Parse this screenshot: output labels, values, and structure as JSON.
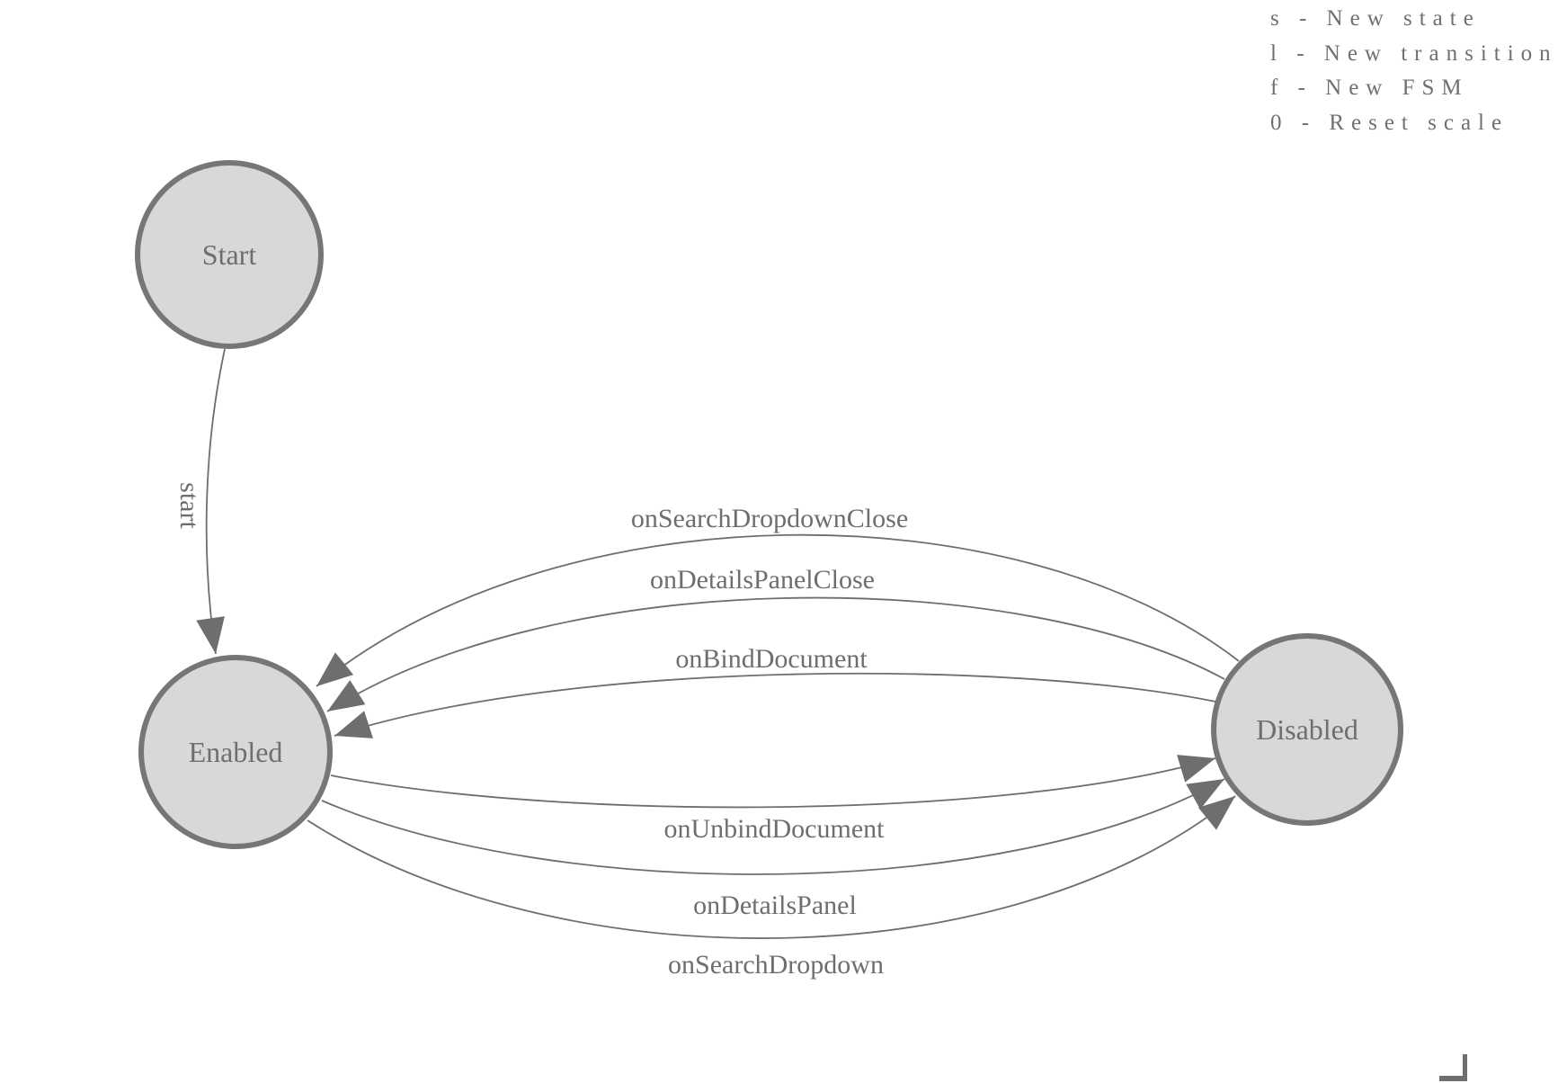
{
  "diagram": {
    "type": "finite-state-machine",
    "states": [
      {
        "label": "Start"
      },
      {
        "label": "Enabled"
      },
      {
        "label": "Disabled"
      }
    ],
    "transitions": [
      {
        "label": "start",
        "from": "Start",
        "to": "Enabled"
      },
      {
        "label": "onSearchDropdownClose",
        "from": "Disabled",
        "to": "Enabled"
      },
      {
        "label": "onDetailsPanelClose",
        "from": "Disabled",
        "to": "Enabled"
      },
      {
        "label": "onBindDocument",
        "from": "Disabled",
        "to": "Enabled"
      },
      {
        "label": "onUnbindDocument",
        "from": "Enabled",
        "to": "Disabled"
      },
      {
        "label": "onDetailsPanel",
        "from": "Enabled",
        "to": "Disabled"
      },
      {
        "label": "onSearchDropdown",
        "from": "Enabled",
        "to": "Disabled"
      }
    ]
  },
  "legend": {
    "lines": [
      "s - New state",
      "l - New transition",
      "f - New FSM",
      "0 - Reset scale"
    ]
  },
  "colors": {
    "background": "#ffffff",
    "state_fill": "#d8d8d8",
    "state_stroke": "#767676",
    "edge_line": "#6e6e6e",
    "arrow_fill": "#6e6e6e",
    "label_text": "#6e6e6e",
    "legend_text": "#6f6f6f"
  }
}
